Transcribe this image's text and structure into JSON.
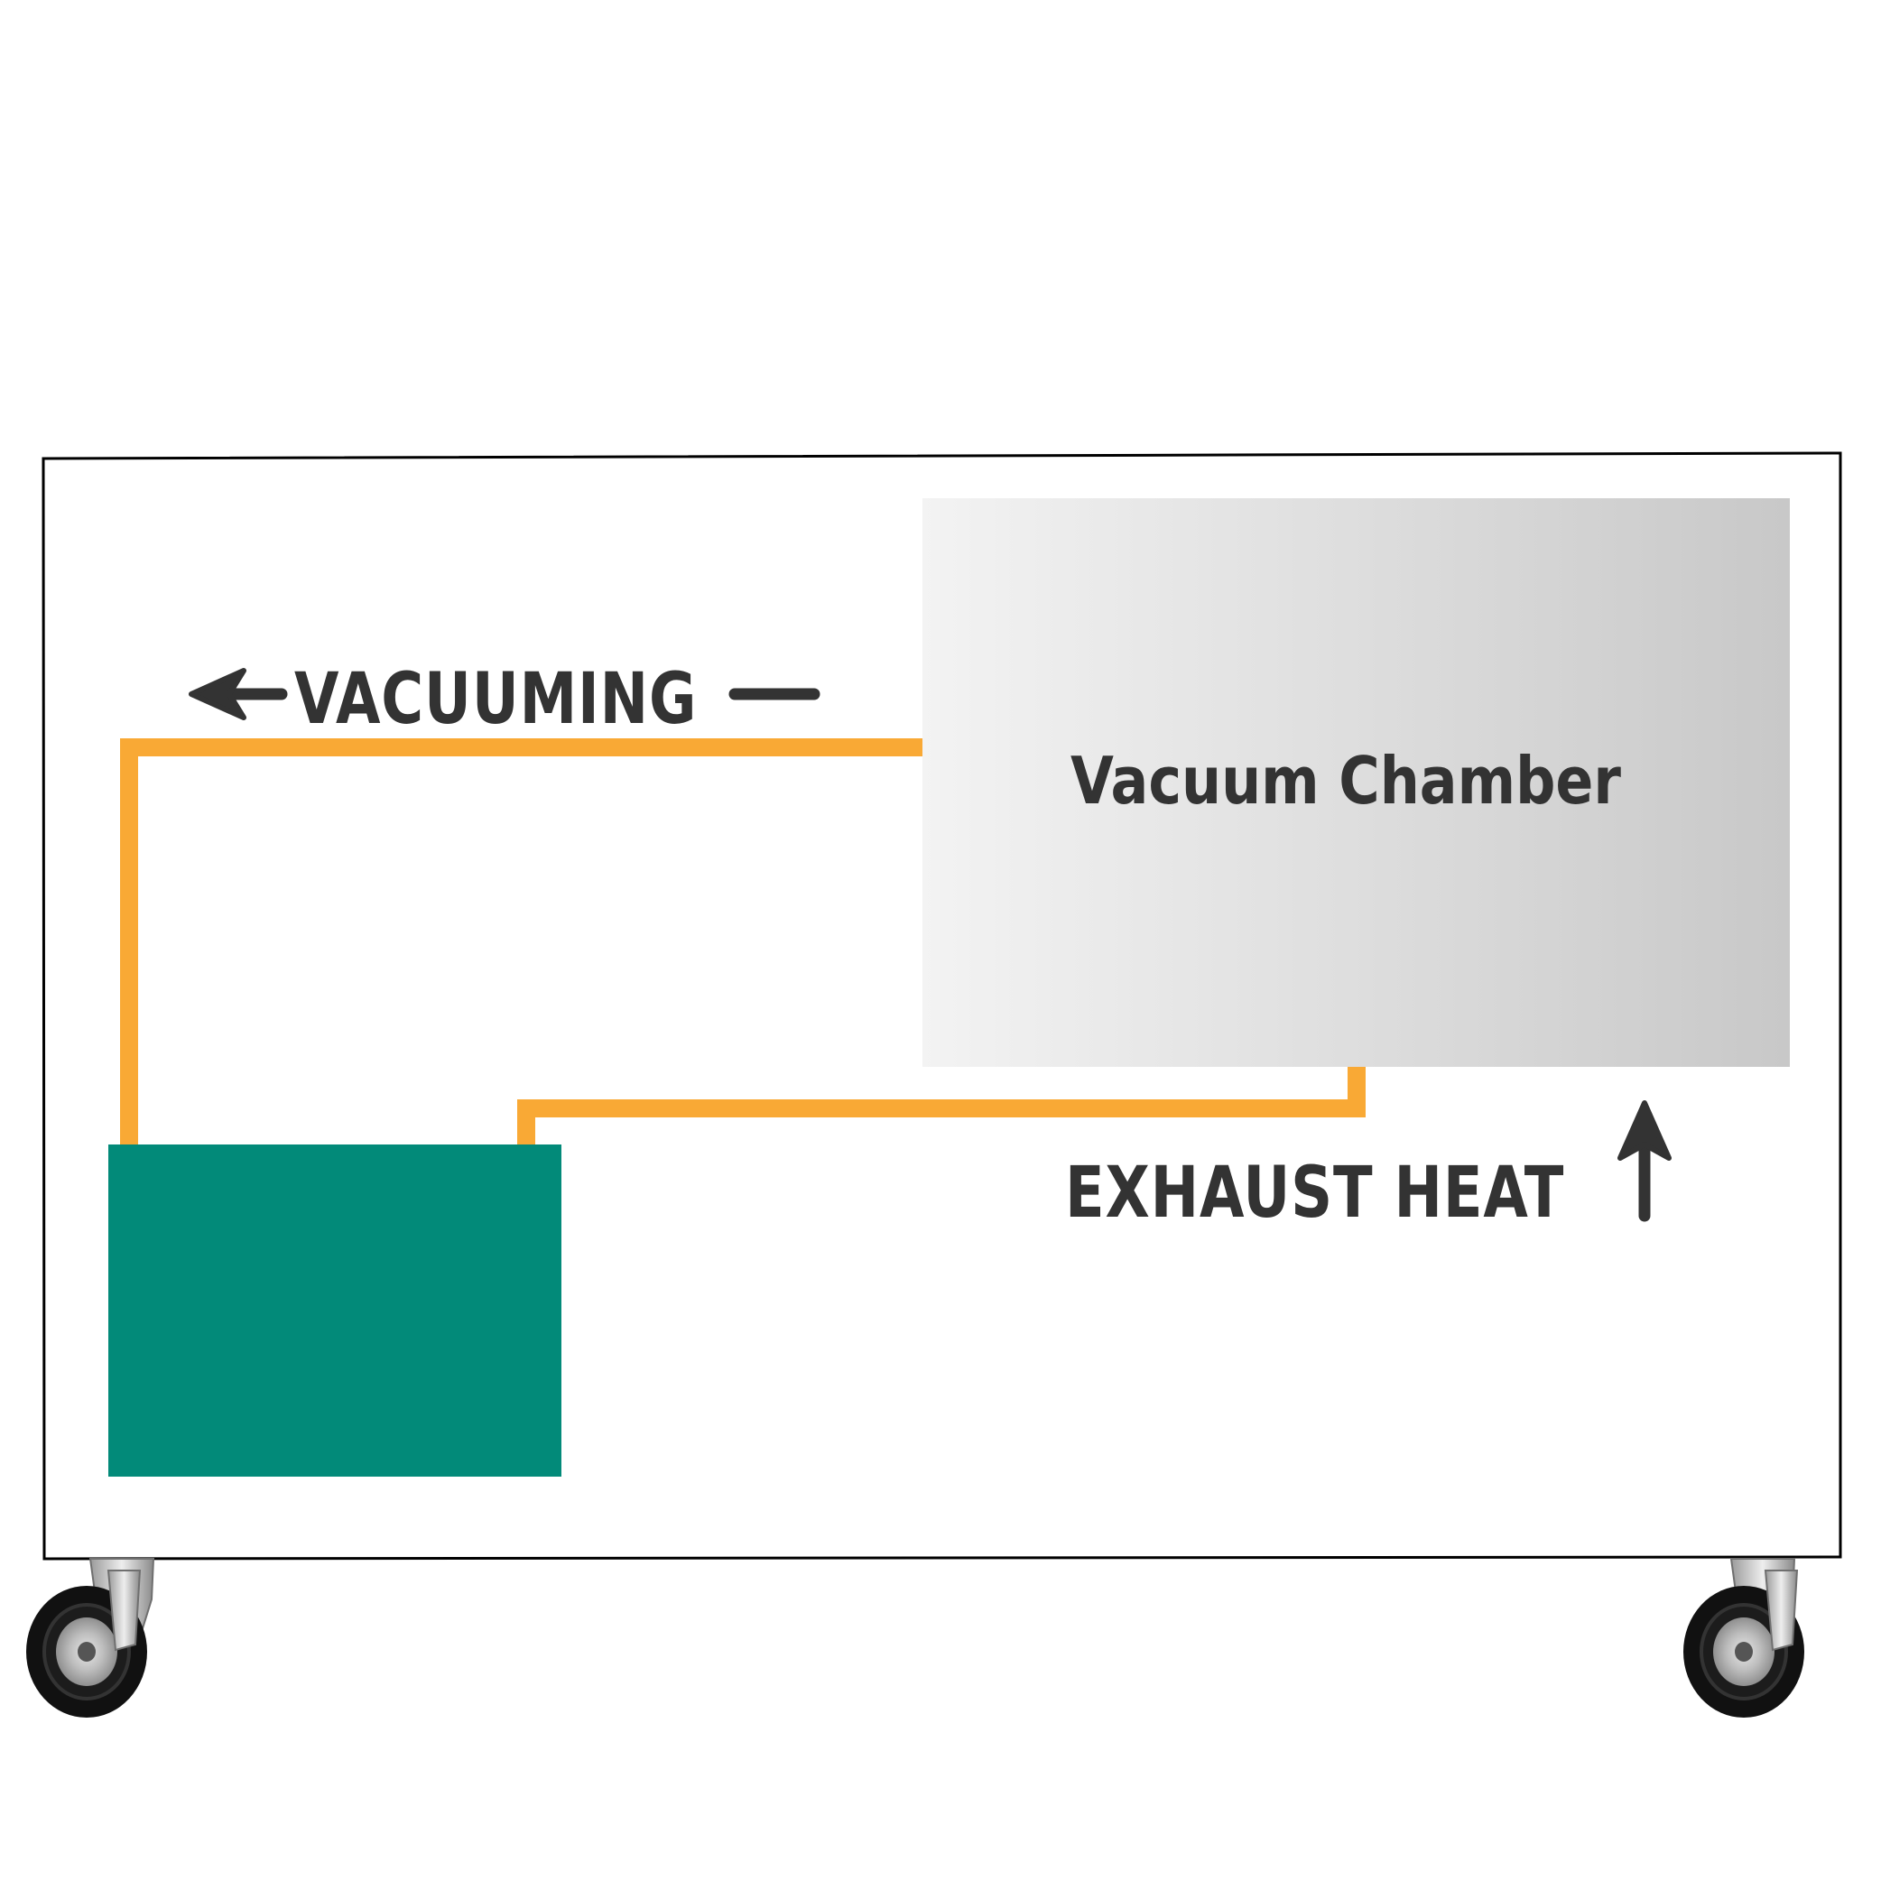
{
  "labels": {
    "vacuuming": "VACUUMING",
    "chamber": "Vacuum Chamber",
    "exhaust": "EXHAUST HEAT"
  },
  "colors": {
    "pipe": "#f9a935",
    "pump": "#028a79",
    "text": "#333333",
    "frame": "#000000",
    "chamber_light": "#f3f3f3",
    "chamber_dark": "#c9c9c9"
  },
  "icons": {
    "vacuum_arrow": "arrow-left-icon",
    "exhaust_arrow": "arrow-up-icon",
    "casters": "caster-wheel-icon"
  }
}
